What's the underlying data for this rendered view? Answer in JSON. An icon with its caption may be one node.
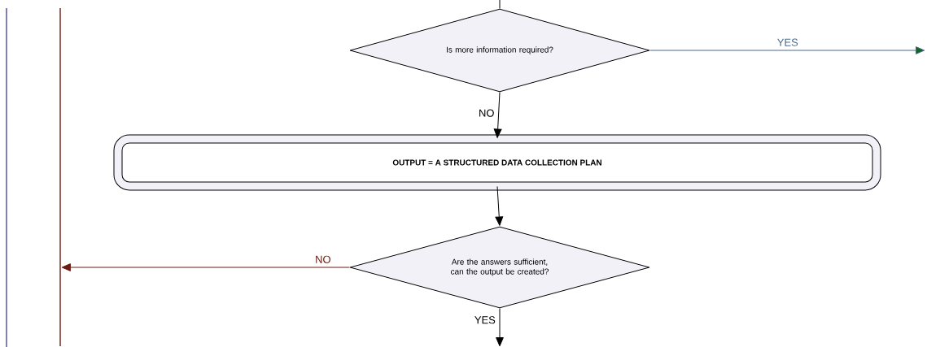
{
  "diagram": {
    "nodes": [
      {
        "text": [
          "Is more information required?"
        ]
      },
      {
        "text": [
          "OUTPUT = A STRUCTURED DATA COLLECTION PLAN"
        ]
      },
      {
        "text": [
          "Are the answers sufficient, can the output be created?"
        ]
      },
      {
        "text": [],
        "shape": "bar"
      }
    ],
    "edges": [
      {
        "from": null,
        "to": 0,
        "arrow": "none"
      },
      {
        "from": 0,
        "to": null,
        "arrow": "to",
        "label": "YES",
        "color": "#4a6a8c"
      },
      {
        "from": 0,
        "to": 1,
        "arrow": "to",
        "label": "NO"
      },
      {
        "from": 1,
        "to": 2,
        "arrow": "to"
      },
      {
        "from": 2,
        "to": 3,
        "arrow": "to",
        "label": "NO",
        "color": "#6b1a10"
      },
      {
        "from": 2,
        "to": null,
        "arrow": "to",
        "label": "YES"
      }
    ]
  }
}
